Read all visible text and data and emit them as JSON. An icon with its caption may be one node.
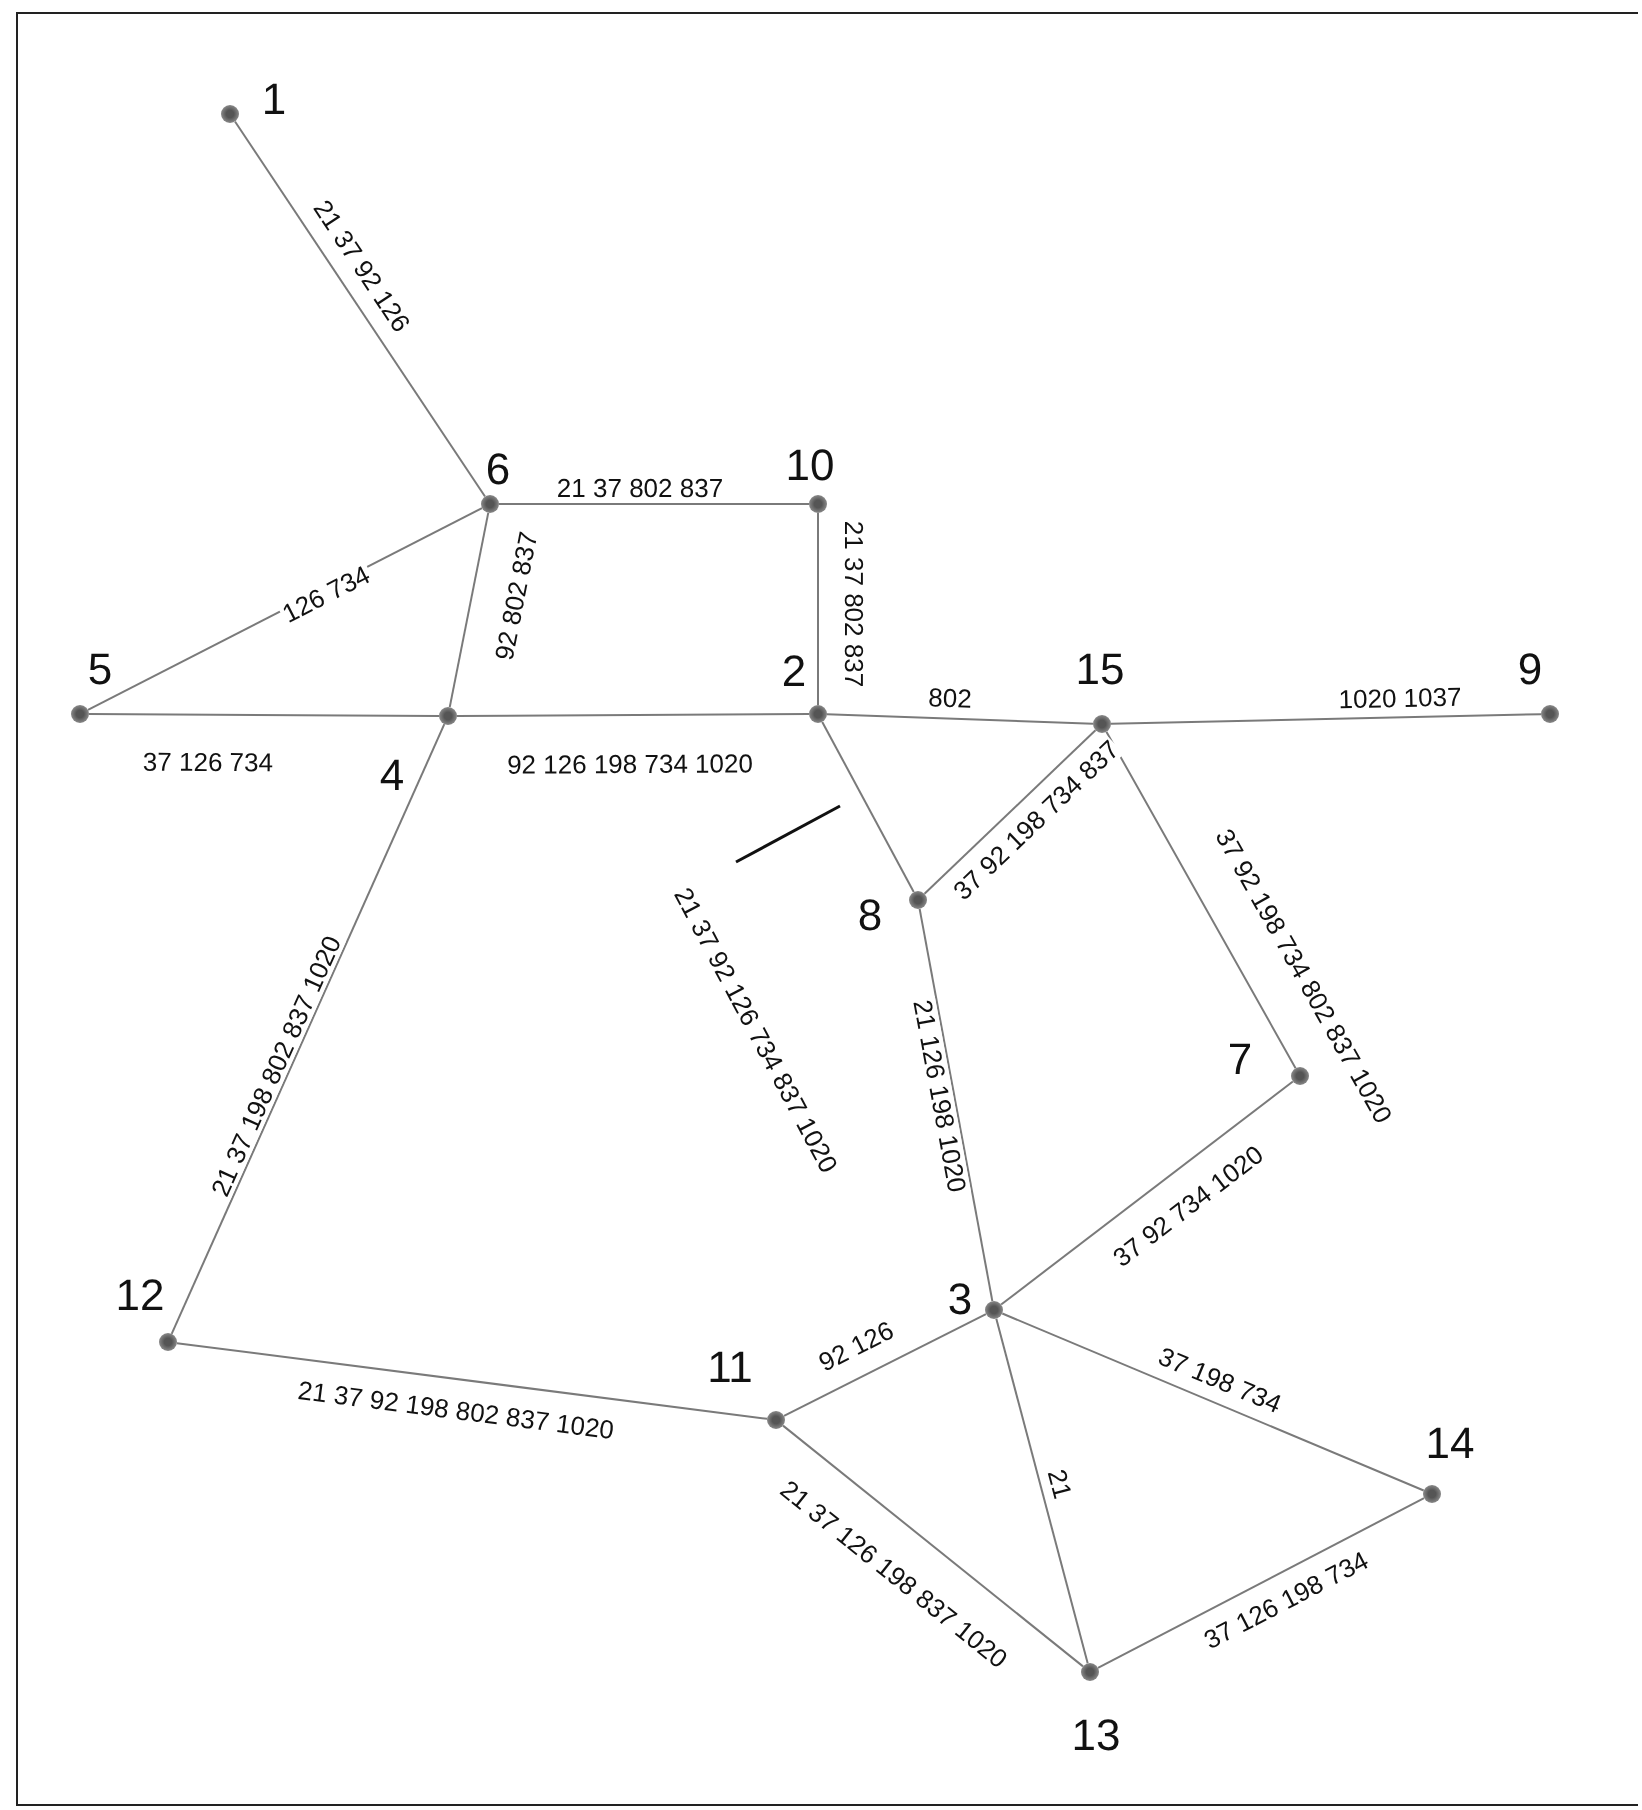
{
  "diagram": {
    "nodes": [
      {
        "text": [],
        "shape": "circle",
        "beside": [
          "1"
        ]
      },
      {
        "text": [],
        "shape": "circle",
        "beside": [
          "6"
        ]
      },
      {
        "text": [],
        "shape": "circle",
        "beside": [
          "10"
        ]
      },
      {
        "text": [],
        "shape": "circle",
        "beside": [
          "5"
        ]
      },
      {
        "text": [],
        "shape": "circle",
        "beside": [
          "4"
        ]
      },
      {
        "text": [],
        "shape": "circle",
        "beside": [
          "2"
        ]
      },
      {
        "text": [],
        "shape": "circle",
        "beside": [
          "15"
        ]
      },
      {
        "text": [],
        "shape": "circle",
        "beside": [
          "9"
        ]
      },
      {
        "text": [],
        "shape": "circle",
        "beside": [
          "8"
        ]
      },
      {
        "text": [],
        "shape": "circle",
        "beside": [
          "7"
        ]
      },
      {
        "text": [],
        "shape": "circle",
        "beside": [
          "12"
        ]
      },
      {
        "text": [],
        "shape": "circle",
        "beside": [
          "11"
        ]
      },
      {
        "text": [],
        "shape": "circle",
        "beside": [
          "3"
        ]
      },
      {
        "text": [],
        "shape": "circle",
        "beside": [
          "14"
        ]
      },
      {
        "text": [],
        "shape": "circle",
        "beside": [
          "13"
        ]
      }
    ],
    "edges": [
      {
        "from": 0,
        "to": 1,
        "arrow": "none",
        "label": "21 37 92 126"
      },
      {
        "from": 1,
        "to": 2,
        "arrow": "none",
        "label": "21 37 802 837"
      },
      {
        "from": 2,
        "to": 5,
        "arrow": "none",
        "label": "21 37 802 837"
      },
      {
        "from": 3,
        "to": 1,
        "arrow": "none",
        "label": "126 734"
      },
      {
        "from": 1,
        "to": 4,
        "arrow": "none",
        "label": "92 802 837"
      },
      {
        "from": 3,
        "to": 4,
        "arrow": "none",
        "label": "37 126 734"
      },
      {
        "from": 4,
        "to": 5,
        "arrow": "none",
        "label": "92 126 198 734 1020"
      },
      {
        "from": 5,
        "to": 6,
        "arrow": "none",
        "label": "802"
      },
      {
        "from": 6,
        "to": 7,
        "arrow": "none",
        "label": "1020 1037"
      },
      {
        "from": 5,
        "to": 8,
        "arrow": "none",
        "label": "21 37 92 126 734 837 1020"
      },
      {
        "from": 8,
        "to": 6,
        "arrow": "none",
        "label": "37 92 198 734 837"
      },
      {
        "from": 6,
        "to": 9,
        "arrow": "none",
        "label": "37 92 198 734 802 837 1020"
      },
      {
        "from": 8,
        "to": 12,
        "arrow": "none",
        "label": "21 126 198 1020"
      },
      {
        "from": 9,
        "to": 12,
        "arrow": "none",
        "label": "37 92 734 1020"
      },
      {
        "from": 11,
        "to": 12,
        "arrow": "none",
        "label": "92 126"
      },
      {
        "from": 12,
        "to": 13,
        "arrow": "none",
        "label": "37 198 734"
      },
      {
        "from": 12,
        "to": 14,
        "arrow": "none",
        "label": "21"
      },
      {
        "from": 10,
        "to": 4,
        "arrow": "none",
        "label": "21 37 198 802 837 1020"
      },
      {
        "from": 10,
        "to": 11,
        "arrow": "none",
        "label": "21 37 92 198 802 837 1020"
      },
      {
        "from": 11,
        "to": 14,
        "arrow": "none",
        "label": "21 37 126 198 837 1020"
      },
      {
        "from": 14,
        "to": 13,
        "arrow": "none",
        "label": "37 126 198 734"
      }
    ]
  }
}
